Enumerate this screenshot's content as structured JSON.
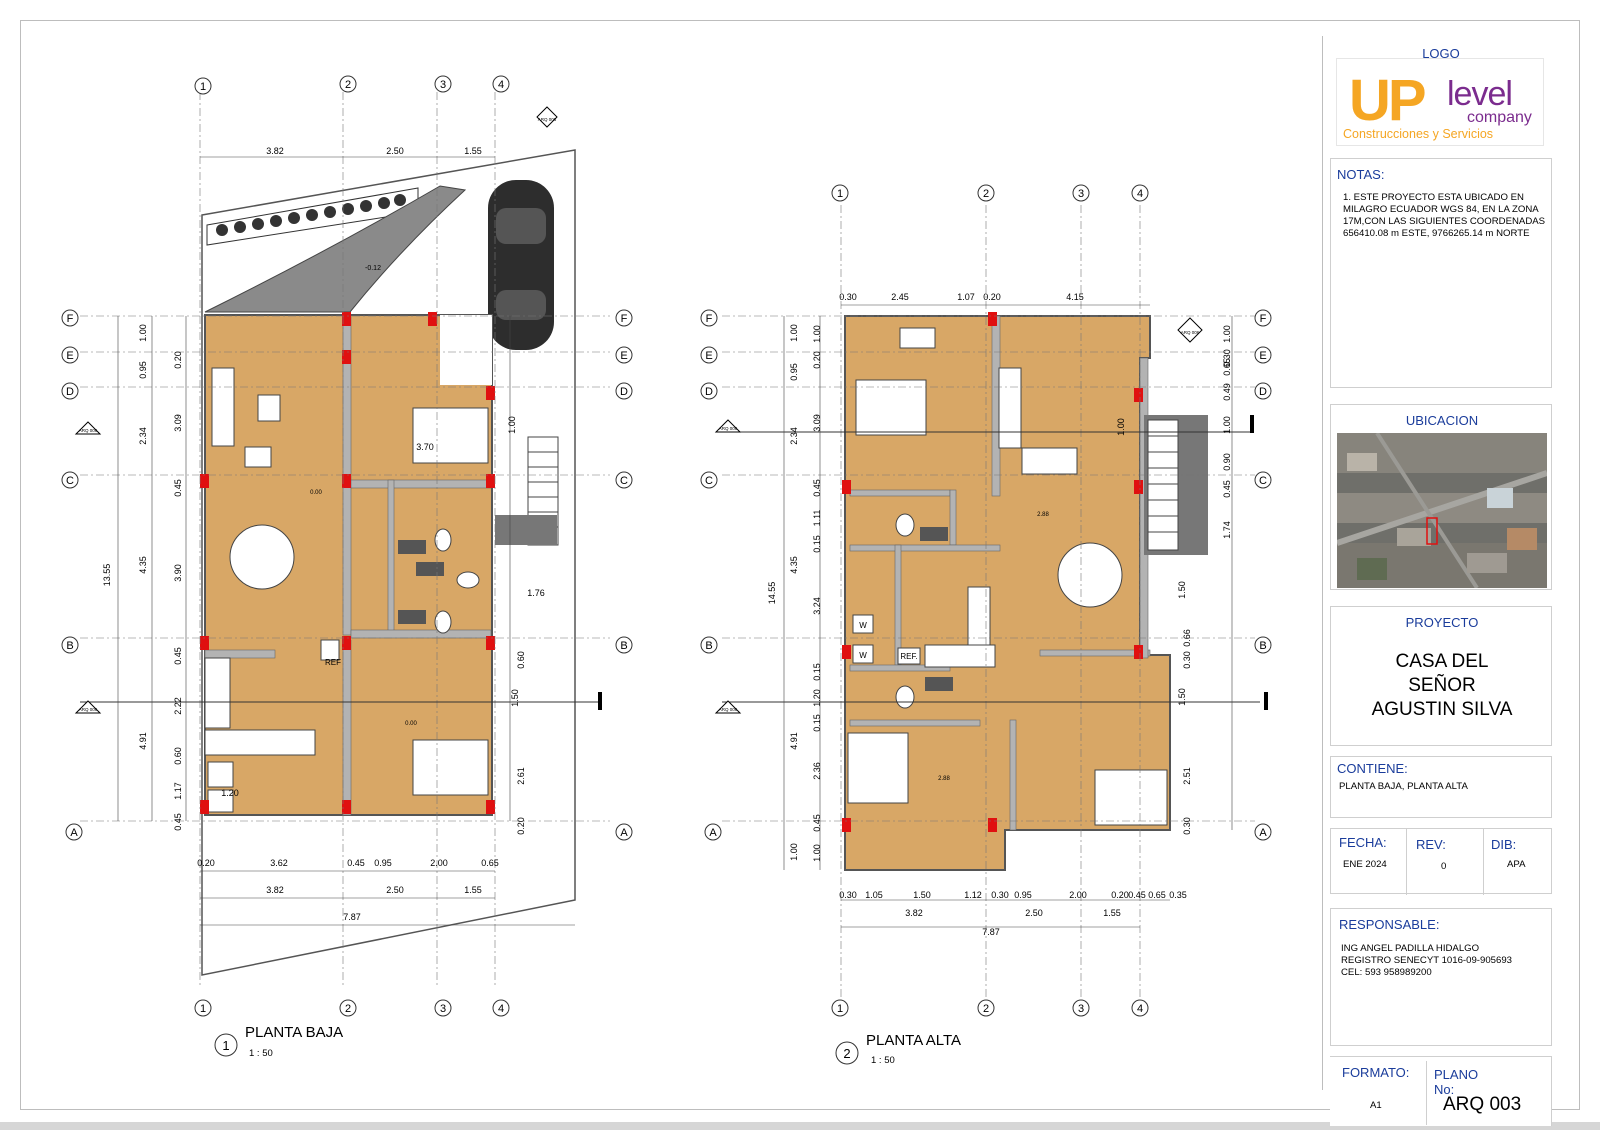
{
  "title_block": {
    "logo_label": "LOGO",
    "logo_up": "UP",
    "logo_level": "level",
    "logo_company": "company",
    "logo_tagline": "Construcciones y Servicios",
    "notes_title": "NOTAS:",
    "notes_text": "1. ESTE PROYECTO ESTA UBICADO EN MILAGRO ECUADOR WGS 84, EN LA ZONA 17M,CON LAS SIGUIENTES COORDENADAS 656410.08 m ESTE, 9766265.14 m NORTE",
    "ubicacion_title": "UBICACION",
    "proyecto_title": "PROYECTO",
    "proyecto_line1": "CASA DEL",
    "proyecto_line2": "SEÑOR",
    "proyecto_line3": "AGUSTIN SILVA",
    "contiene_title": "CONTIENE:",
    "contiene_text": "PLANTA BAJA, PLANTA ALTA",
    "fecha_title": "FECHA:",
    "fecha_value": "ENE 2024",
    "rev_title": "REV:",
    "rev_value": "0",
    "dib_title": "DIB:",
    "dib_value": "APA",
    "responsable_title": "RESPONSABLE:",
    "responsable_line1": "ING ANGEL PADILLA HIDALGO",
    "responsable_line2": "REGISTRO SENECYT 1016-09-905693",
    "responsable_line3": "CEL: 593 958989200",
    "formato_title": "FORMATO:",
    "formato_value": "A1",
    "plano_title_1": "PLANO",
    "plano_title_2": "No:",
    "plano_value": "ARQ 003"
  },
  "plans": {
    "ground": {
      "number": "1",
      "title": "PLANTA BAJA",
      "scale": "1 : 50",
      "grid_cols": [
        "1",
        "2",
        "3",
        "4"
      ],
      "grid_rows": [
        "F",
        "E",
        "D",
        "C",
        "B",
        "A"
      ],
      "dims_top": [
        "3.82",
        "2.50",
        "1.55"
      ],
      "dims_bottom_1": [
        "0.20",
        "3.62",
        "0.45",
        "0.95",
        "2.00",
        "0.65"
      ],
      "dims_bottom_2": [
        "3.82",
        "2.50",
        "1.55"
      ],
      "dims_total": "7.87",
      "dims_left_outer": "13.55",
      "dims_left_mid": [
        "1.00",
        "0.95",
        "2.34",
        "4.35",
        "4.91"
      ],
      "dims_left_inner": [
        "0.20",
        "3.09",
        "0.45",
        "3.90",
        "0.45",
        "2.22",
        "0.60",
        "1.17",
        "0.45"
      ],
      "dims_right": [
        "1.00",
        "1.76",
        "0.60",
        "1.50",
        "2.61",
        "0.20"
      ],
      "inner_labels": [
        "3.70",
        "1.20",
        "REF",
        "-0.12",
        "0.00",
        "0.00"
      ],
      "section_marks": [
        "ARQ 006",
        "ARQ 006",
        "ARQ 006"
      ]
    },
    "upper": {
      "number": "2",
      "title": "PLANTA ALTA",
      "scale": "1 : 50",
      "grid_cols": [
        "1",
        "2",
        "3",
        "4"
      ],
      "grid_rows": [
        "F",
        "E",
        "D",
        "C",
        "B",
        "A"
      ],
      "dims_top": [
        "0.30",
        "2.45",
        "1.07",
        "0.20",
        "4.15"
      ],
      "dims_bottom_1": [
        "0.30",
        "1.05",
        "1.50",
        "1.12",
        "0.30",
        "0.95",
        "2.00",
        "0.20",
        "0.45",
        "0.65",
        "0.35"
      ],
      "dims_bottom_2": [
        "3.82",
        "2.50",
        "1.55"
      ],
      "dims_total": "7.87",
      "dims_left_outer": "14.55",
      "dims_left_mid": [
        "1.00",
        "0.95",
        "2.34",
        "4.35",
        "4.91",
        "1.00"
      ],
      "dims_left_inner": [
        "1.00",
        "0.20",
        "3.09",
        "0.45",
        "1.11",
        "0.15",
        "3.24",
        "0.15",
        "1.20",
        "0.15",
        "2.36",
        "0.45",
        "1.00"
      ],
      "dims_right": [
        "1.00",
        "0.30",
        "0.65",
        "0.49",
        "1.00",
        "0.90",
        "0.45",
        "1.74",
        "1.50",
        "0.30",
        "0.66",
        "1.50",
        "2.51",
        "0.30"
      ],
      "inner_labels": [
        "1.00",
        "REF.",
        "W",
        "W",
        "2.88",
        "2.88"
      ],
      "section_marks": [
        "ARQ 006",
        "ARQ 006",
        "ARQ 006"
      ]
    }
  },
  "colors": {
    "floor": "#d8a766",
    "wall": "#b3b3b3",
    "column": "#e01010",
    "accent_text": "#1a3c9b",
    "logo_orange": "#f5a623",
    "logo_purple": "#7b2c8e"
  }
}
